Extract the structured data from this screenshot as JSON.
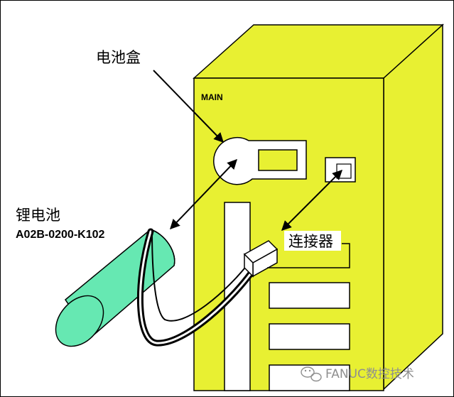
{
  "labels": {
    "battery_box": "电池盒",
    "lithium_battery": "锂电池",
    "part_number": "A02B-0200-K102",
    "connector": "连接器",
    "unit_name": "MAIN"
  },
  "watermark": {
    "text": "FANUC数控技术"
  },
  "colors": {
    "cabinet": "#e8f032",
    "battery": "#66e8b2",
    "outline": "#000000",
    "background": "#ffffff"
  }
}
